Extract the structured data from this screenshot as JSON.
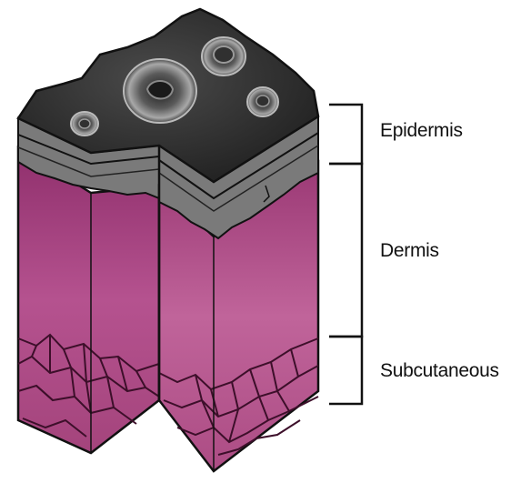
{
  "labels": {
    "epidermis": "Epidermis",
    "dermis": "Dermis",
    "subcutaneous": "Subcutaneous"
  },
  "colors": {
    "epidermis_top": "#2a2a2a",
    "epidermis_band": "#7a7a7a",
    "dermis": "#b24c8c",
    "dermis_dark": "#8a3068",
    "subcutaneous": "#a8467e",
    "outline": "#111111",
    "cell": "#9a9a9a"
  }
}
